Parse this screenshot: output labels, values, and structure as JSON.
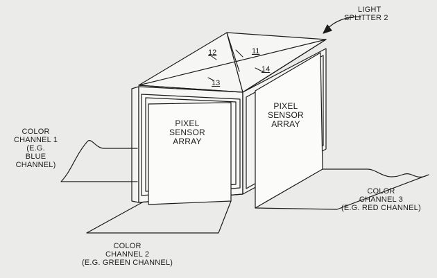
{
  "labels": {
    "light_splitter": [
      "LIGHT",
      "SPLITTER 2"
    ],
    "color_channel_1": [
      "COLOR",
      "CHANNEL 1",
      "(E.G.",
      "BLUE",
      "CHANNEL)"
    ],
    "color_channel_2": [
      "COLOR",
      "CHANNEL 2",
      "(E.G. GREEN CHANNEL)"
    ],
    "color_channel_3": [
      "COLOR",
      "CHANNEL 3",
      "(E.G. RED CHANNEL)"
    ],
    "sensor_front": [
      "PIXEL",
      "SENSOR",
      "ARRAY"
    ],
    "sensor_right": [
      "PIXEL",
      "SENSOR",
      "ARRAY"
    ]
  },
  "parts": {
    "p11": "11",
    "p12": "12",
    "p13": "13",
    "p14": "14"
  }
}
